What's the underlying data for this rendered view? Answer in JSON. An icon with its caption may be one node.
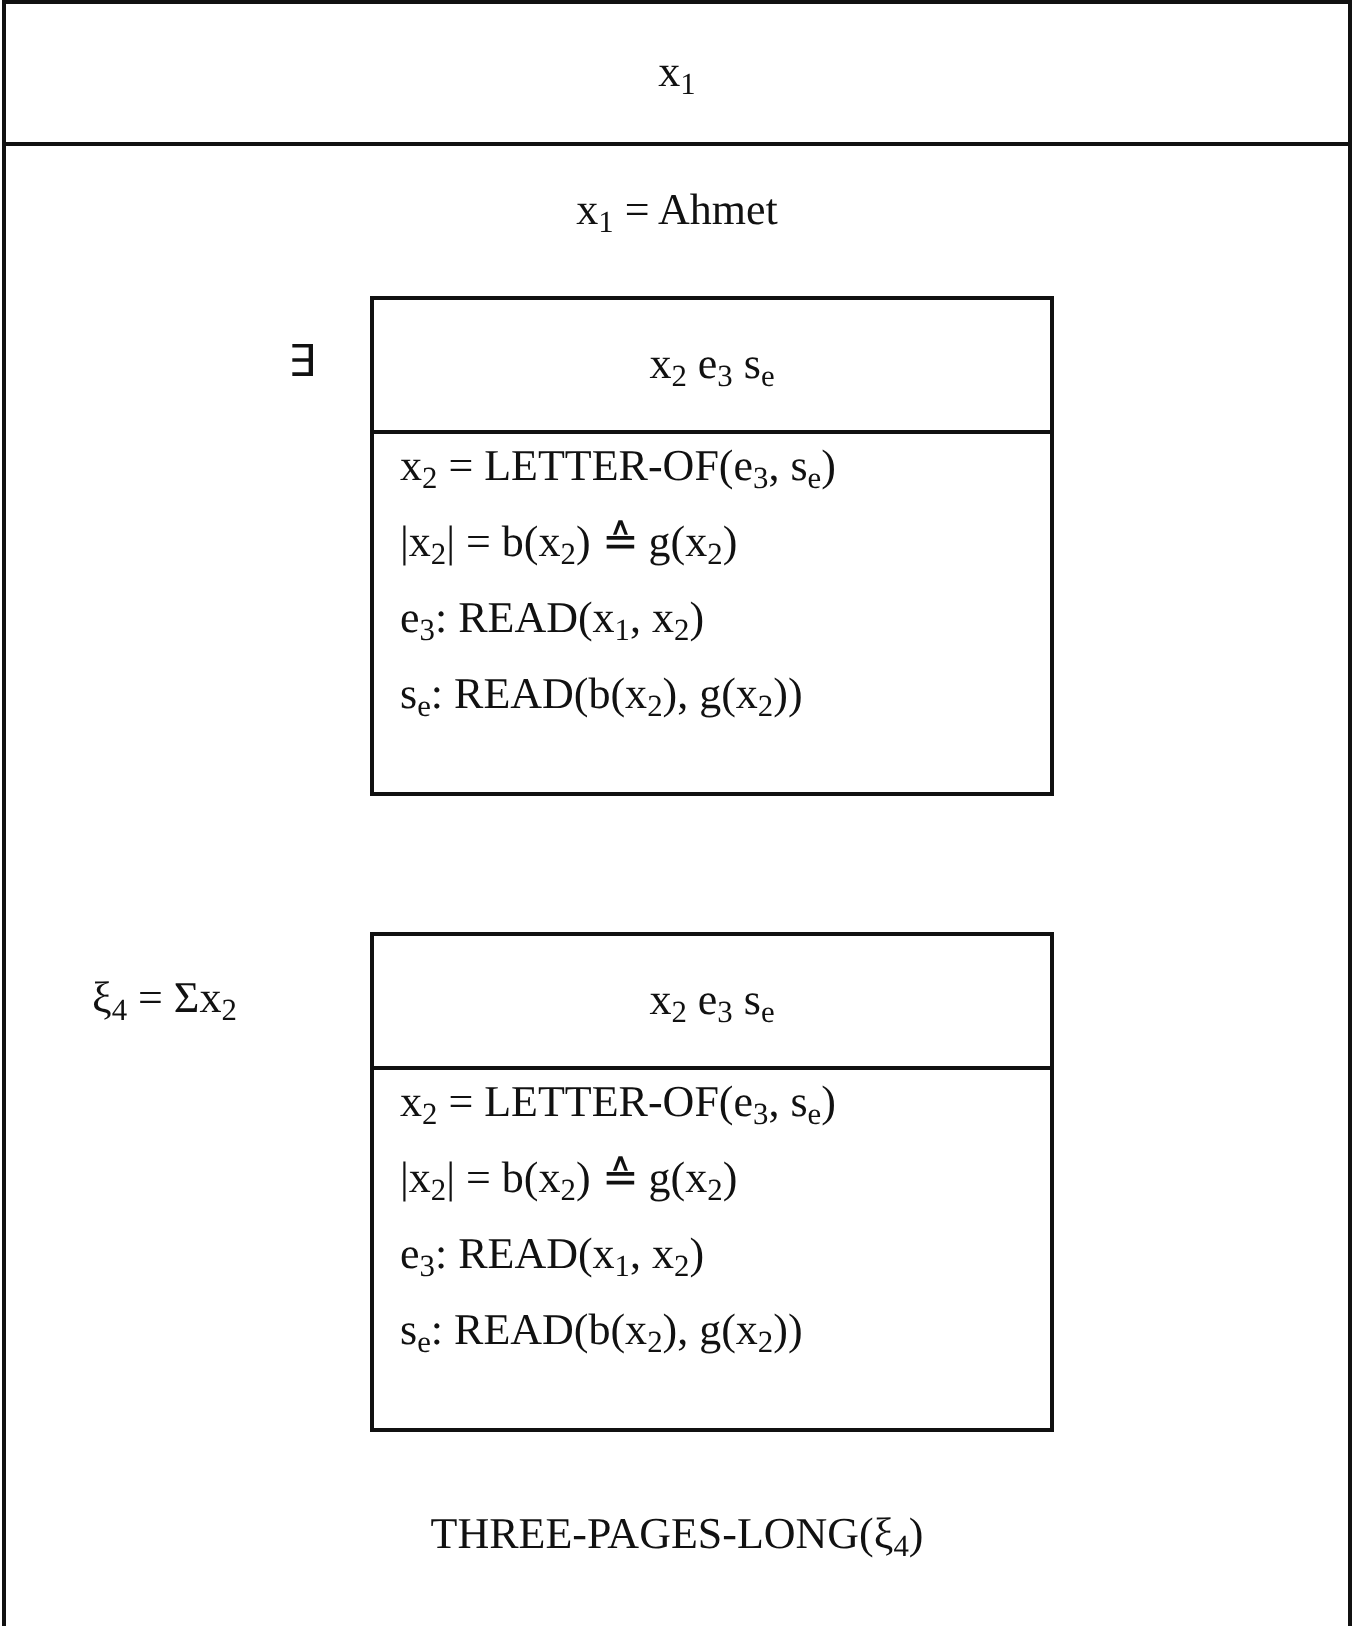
{
  "diagram": {
    "nodes": [
      {
        "text": [
          "x$_{1}$",
          "x$_{1}$ = Ahmet",
          "THREE-PAGES-LONG(ξ$_{4}$)"
        ]
      },
      {
        "text": [
          "x$_{2}$ e$_{3}$ s$_{e}$",
          "x$_{2}$ = LETTER-OF(e$_{3}$, s$_{e}$)",
          "|x$_{2}$| = b(x$_{2}$) ≙ g(x$_{2}$)",
          "e$_{3}$: READ(x$_{1}$, x$_{2}$)",
          "s$_{e}$: READ(b(x$_{2}$), g(x$_{2}$))"
        ],
        "in": 0,
        "beside": [
          "∃"
        ]
      },
      {
        "text": [
          "x$_{2}$ e$_{3}$ s$_{e}$",
          "x$_{2}$ = LETTER-OF(e$_{3}$, s$_{e}$)",
          "|x$_{2}$| = b(x$_{2}$) ≙ g(x$_{2}$)",
          "e$_{3}$: READ(x$_{1}$, x$_{2}$)",
          "s$_{e}$: READ(b(x$_{2}$), g(x$_{2}$))"
        ],
        "in": 0,
        "beside": [
          "ξ$_{4}$ = Σx$_{2}$"
        ]
      }
    ]
  }
}
